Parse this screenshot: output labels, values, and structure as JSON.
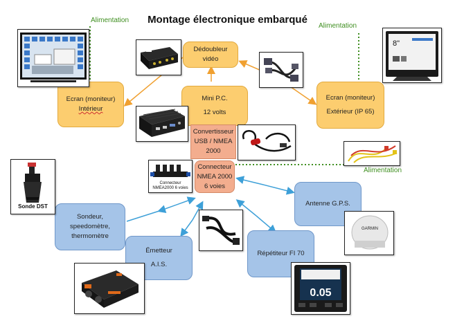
{
  "title": "Montage électronique embarqué",
  "alimentation_labels": [
    "Alimentation",
    "Alimentation",
    "Alimentation"
  ],
  "boxes": {
    "dedoubleur": [
      "Dédoubleur",
      "vidéo"
    ],
    "ecran_int": [
      "Ecran (moniteur)",
      "Intérieur"
    ],
    "mini_pc": [
      "Mini P.C.",
      "12 volts"
    ],
    "ecran_ext": [
      "Ecran (moniteur)",
      "Extérieur (IP 65)"
    ],
    "convertisseur": [
      "Convertisseur",
      "USB / NMEA",
      "2000"
    ],
    "connecteur": [
      "Connecteur",
      "NMEA 2000",
      "6 voies"
    ],
    "sondeur": [
      "Sondeur,",
      "speedomètre,",
      "thermomètre"
    ],
    "emetteur": [
      "Émetteur",
      "A.I.S."
    ],
    "repetiteur": [
      "Répétiteur FI 70"
    ],
    "antenne": [
      "Antenne G.P.S."
    ]
  },
  "captions": {
    "sonde": "Sonde DST",
    "connecteur_photo": [
      "Connecteur",
      "NMEA2000 6 voies"
    ],
    "monitor_size": "8\"",
    "gps_brand": "GARMIN",
    "rep_value": "0.05"
  },
  "colors": {
    "orange": "#fccd6f",
    "salmon": "#f3ad8e",
    "blue": "#a5c4e8",
    "green": "#3e8e1f",
    "arrow_orange": "#f0a030",
    "arrow_blue": "#3ea0d8"
  }
}
